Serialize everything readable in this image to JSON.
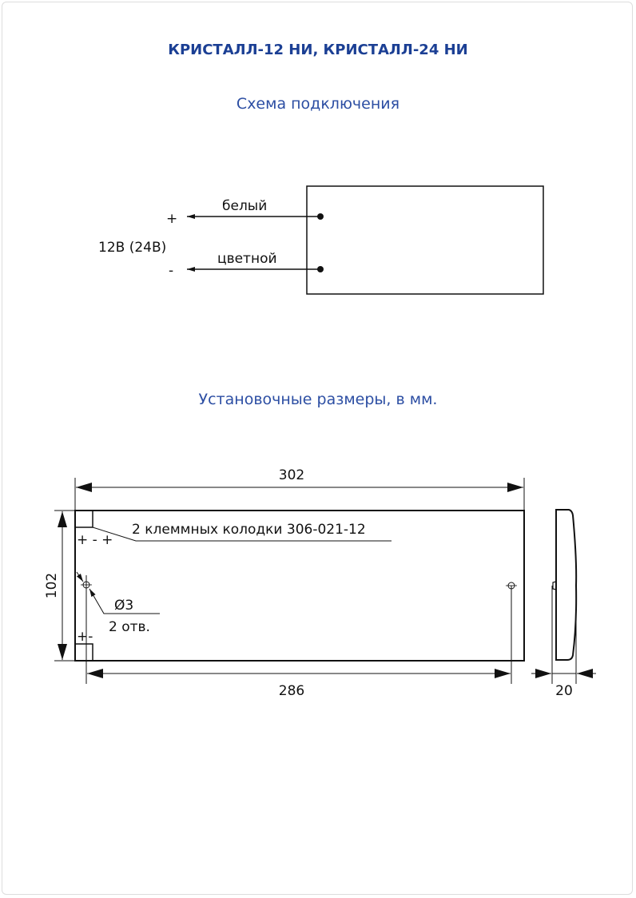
{
  "title": "КРИСТАЛЛ-12 НИ, КРИСТАЛЛ-24 НИ",
  "wiring": {
    "heading": "Схема подключения",
    "plus": "+",
    "minus": "-",
    "voltage": "12В (24В)",
    "wire_white": "белый",
    "wire_colored": "цветной"
  },
  "dimensions": {
    "heading": "Установочные размеры, в мм.",
    "width": "302",
    "height": "102",
    "hole_spacing": "286",
    "depth": "20",
    "terminal_note": "2 клеммных колодки 306-021-12",
    "terminal_polarity_top": "+ - +",
    "terminal_polarity_bottom": "+-",
    "hole_diameter": "Ø3",
    "hole_count": "2 отв."
  }
}
